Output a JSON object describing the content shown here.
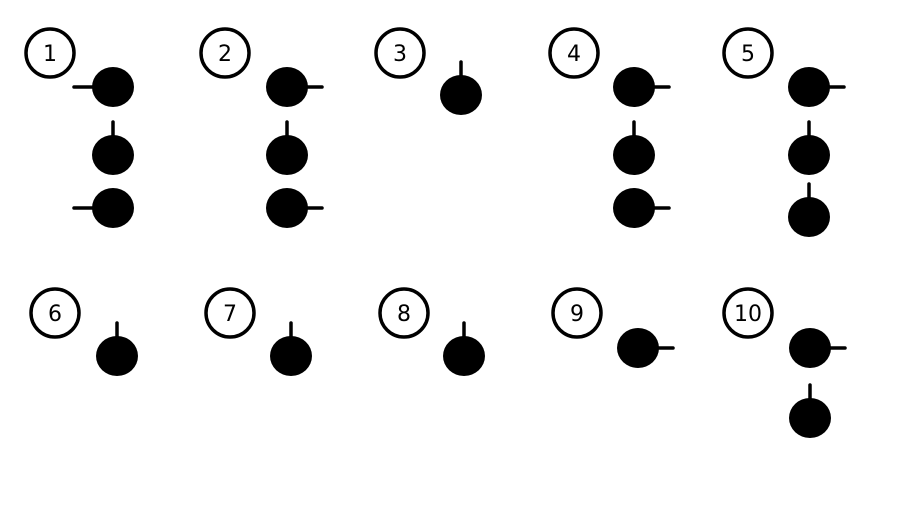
{
  "colors": {
    "ink": "#000000",
    "background": "#ffffff"
  },
  "figures": [
    {
      "label": "1",
      "dots": [
        {
          "stem": "left"
        },
        {
          "stem": "up"
        },
        {
          "stem": "left"
        }
      ]
    },
    {
      "label": "2",
      "dots": [
        {
          "stem": "right"
        },
        {
          "stem": "up"
        },
        {
          "stem": "right"
        }
      ]
    },
    {
      "label": "3",
      "dots": [
        {
          "stem": "up"
        }
      ]
    },
    {
      "label": "4",
      "dots": [
        {
          "stem": "right"
        },
        {
          "stem": "up"
        },
        {
          "stem": "right"
        }
      ]
    },
    {
      "label": "5",
      "dots": [
        {
          "stem": "right"
        },
        {
          "stem": "up"
        },
        {
          "stem": "up"
        }
      ]
    },
    {
      "label": "6",
      "dots": [
        {
          "stem": "up"
        }
      ]
    },
    {
      "label": "7",
      "dots": [
        {
          "stem": "up"
        }
      ]
    },
    {
      "label": "8",
      "dots": [
        {
          "stem": "up"
        }
      ]
    },
    {
      "label": "9",
      "dots": [
        {
          "stem": "right"
        }
      ]
    },
    {
      "label": "10",
      "dots": [
        {
          "stem": "right"
        },
        {
          "stem": "up"
        }
      ]
    }
  ]
}
